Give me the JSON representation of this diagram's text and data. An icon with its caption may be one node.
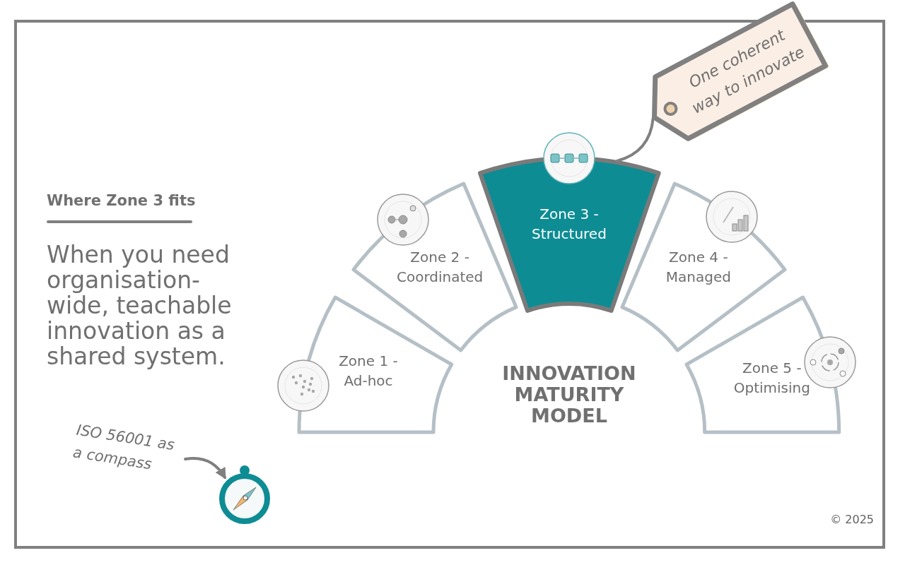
{
  "diagram": {
    "nodes": [
      {
        "text": [
          "Zone 1 - Ad-hoc"
        ]
      },
      {
        "text": [
          "Zone 2 - Coordinated"
        ]
      },
      {
        "text": [
          "Zone 3 - Structured"
        ]
      },
      {
        "text": [
          "Zone 4 - Managed"
        ]
      },
      {
        "text": [
          "Zone 5 - Optimising"
        ]
      },
      {
        "text": [
          "One coherent way to innovate"
        ]
      },
      {
        "text": [
          "ISO 56001 as a compass"
        ]
      },
      {
        "text": [],
        "shape": "compass"
      }
    ],
    "edges": [
      {
        "from": 5,
        "to": 2,
        "arrow": "none"
      },
      {
        "from": 6,
        "to": 7,
        "arrow": "to"
      }
    ],
    "labels": [
      "Where Zone 3 fits",
      "When you need organisation-wide, teachable innovation as a shared system.",
      "INNOVATION MATURITY MODEL",
      "© 2025"
    ]
  }
}
